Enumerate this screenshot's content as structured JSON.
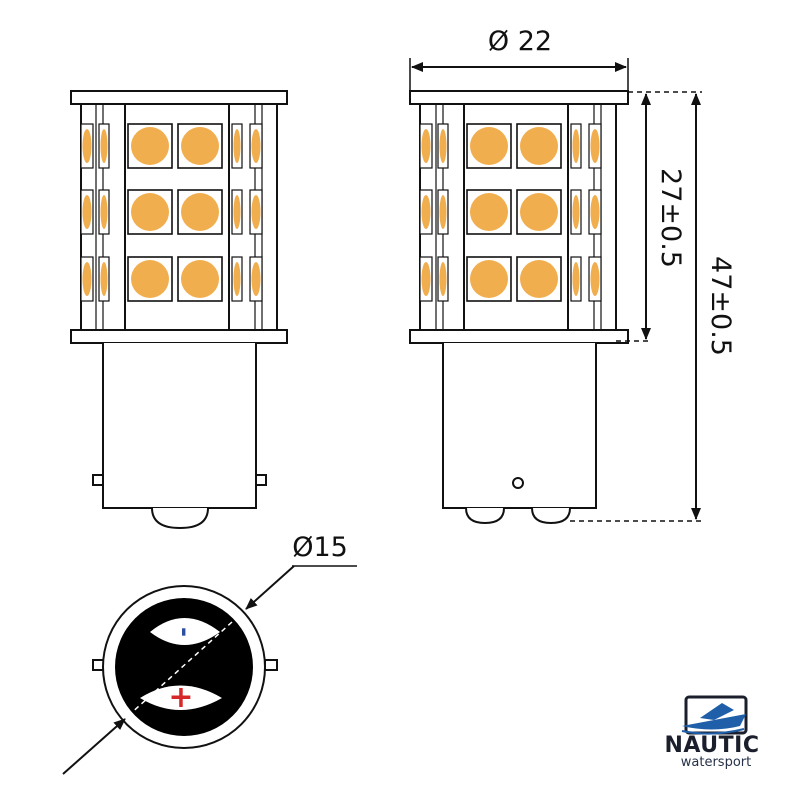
{
  "dimensions": {
    "diameter_top": "Ø 22",
    "height_body": "27±0.5",
    "height_total": "47±0.5",
    "diameter_base": "Ø15"
  },
  "base_contacts": {
    "negative": "-",
    "positive": "+"
  },
  "brand": {
    "name": "NAUTIC",
    "tagline": "watersport"
  },
  "colors": {
    "led": "#F1AE4E",
    "line": "#111111",
    "negative": "#2c4fa3",
    "positive": "#d62828",
    "logo_blue": "#1f5ea8"
  }
}
